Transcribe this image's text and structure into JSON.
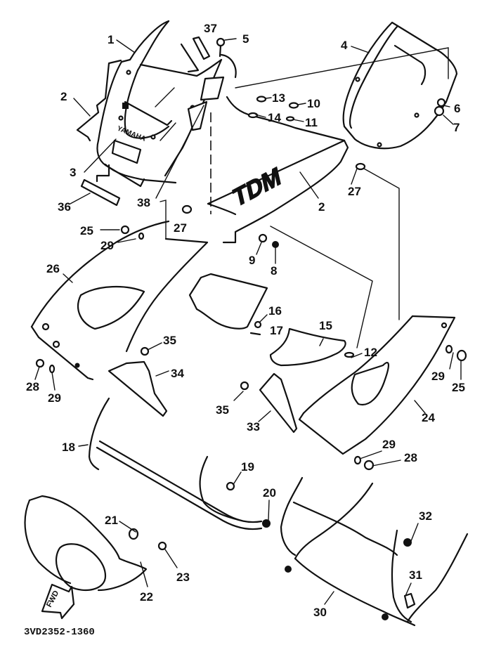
{
  "diagram": {
    "drawing_number": "3VD2352-1360",
    "fwd_arrow_text": "FWD",
    "logos": {
      "yamaha": "YAMAHA",
      "tdm": "TDM"
    },
    "callouts": [
      {
        "id": "c1",
        "number": "1"
      },
      {
        "id": "c2a",
        "number": "2"
      },
      {
        "id": "c2b",
        "number": "2"
      },
      {
        "id": "c3",
        "number": "3"
      },
      {
        "id": "c4",
        "number": "4"
      },
      {
        "id": "c5",
        "number": "5"
      },
      {
        "id": "c6",
        "number": "6"
      },
      {
        "id": "c7",
        "number": "7"
      },
      {
        "id": "c8",
        "number": "8"
      },
      {
        "id": "c9",
        "number": "9"
      },
      {
        "id": "c10",
        "number": "10"
      },
      {
        "id": "c11",
        "number": "11"
      },
      {
        "id": "c12",
        "number": "12"
      },
      {
        "id": "c13",
        "number": "13"
      },
      {
        "id": "c14",
        "number": "14"
      },
      {
        "id": "c15",
        "number": "15"
      },
      {
        "id": "c16",
        "number": "16"
      },
      {
        "id": "c17",
        "number": "17"
      },
      {
        "id": "c18",
        "number": "18"
      },
      {
        "id": "c19",
        "number": "19"
      },
      {
        "id": "c20",
        "number": "20"
      },
      {
        "id": "c21",
        "number": "21"
      },
      {
        "id": "c22",
        "number": "22"
      },
      {
        "id": "c23",
        "number": "23"
      },
      {
        "id": "c24",
        "number": "24"
      },
      {
        "id": "c25a",
        "number": "25"
      },
      {
        "id": "c25b",
        "number": "25"
      },
      {
        "id": "c26",
        "number": "26"
      },
      {
        "id": "c27a",
        "number": "27"
      },
      {
        "id": "c27b",
        "number": "27"
      },
      {
        "id": "c28a",
        "number": "28"
      },
      {
        "id": "c28b",
        "number": "28"
      },
      {
        "id": "c29a",
        "number": "29"
      },
      {
        "id": "c29b",
        "number": "29"
      },
      {
        "id": "c29c",
        "number": "29"
      },
      {
        "id": "c29d",
        "number": "29"
      },
      {
        "id": "c30",
        "number": "30"
      },
      {
        "id": "c31",
        "number": "31"
      },
      {
        "id": "c32",
        "number": "32"
      },
      {
        "id": "c33",
        "number": "33"
      },
      {
        "id": "c34",
        "number": "34"
      },
      {
        "id": "c35a",
        "number": "35"
      },
      {
        "id": "c35b",
        "number": "35"
      },
      {
        "id": "c36",
        "number": "36"
      },
      {
        "id": "c37",
        "number": "37"
      },
      {
        "id": "c38",
        "number": "38"
      }
    ]
  }
}
